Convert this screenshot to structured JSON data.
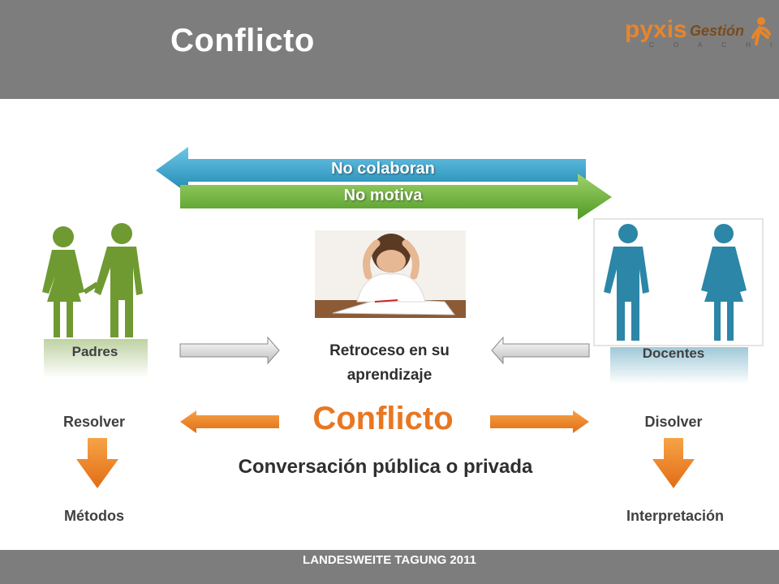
{
  "slide": {
    "title": "Conflicto",
    "footer": "LANDESWEITE TAGUNG 2011"
  },
  "logo": {
    "main": "pyxis",
    "sub": "Gestión",
    "tagline": "C O A C H I N G"
  },
  "arrows": {
    "top": "No colaboran",
    "bottom": "No motiva"
  },
  "left": {
    "group": "Padres",
    "action": "Resolver",
    "result": "Métodos"
  },
  "right": {
    "group": "Docentes",
    "action": "Disolver",
    "result": "Interpretación"
  },
  "center": {
    "effect_line1": "Retroceso en su",
    "effect_line2": "aprendizaje",
    "conflict": "Conflicto",
    "conversation": "Conversación pública o privada"
  },
  "colors": {
    "header": "#7d7d7d",
    "blue_arrow": "#2f9cc6",
    "green_arrow": "#6ab33b",
    "orange": "#e87722",
    "padres_figures": "#6f9a32",
    "docentes_figures": "#2b86a8"
  }
}
